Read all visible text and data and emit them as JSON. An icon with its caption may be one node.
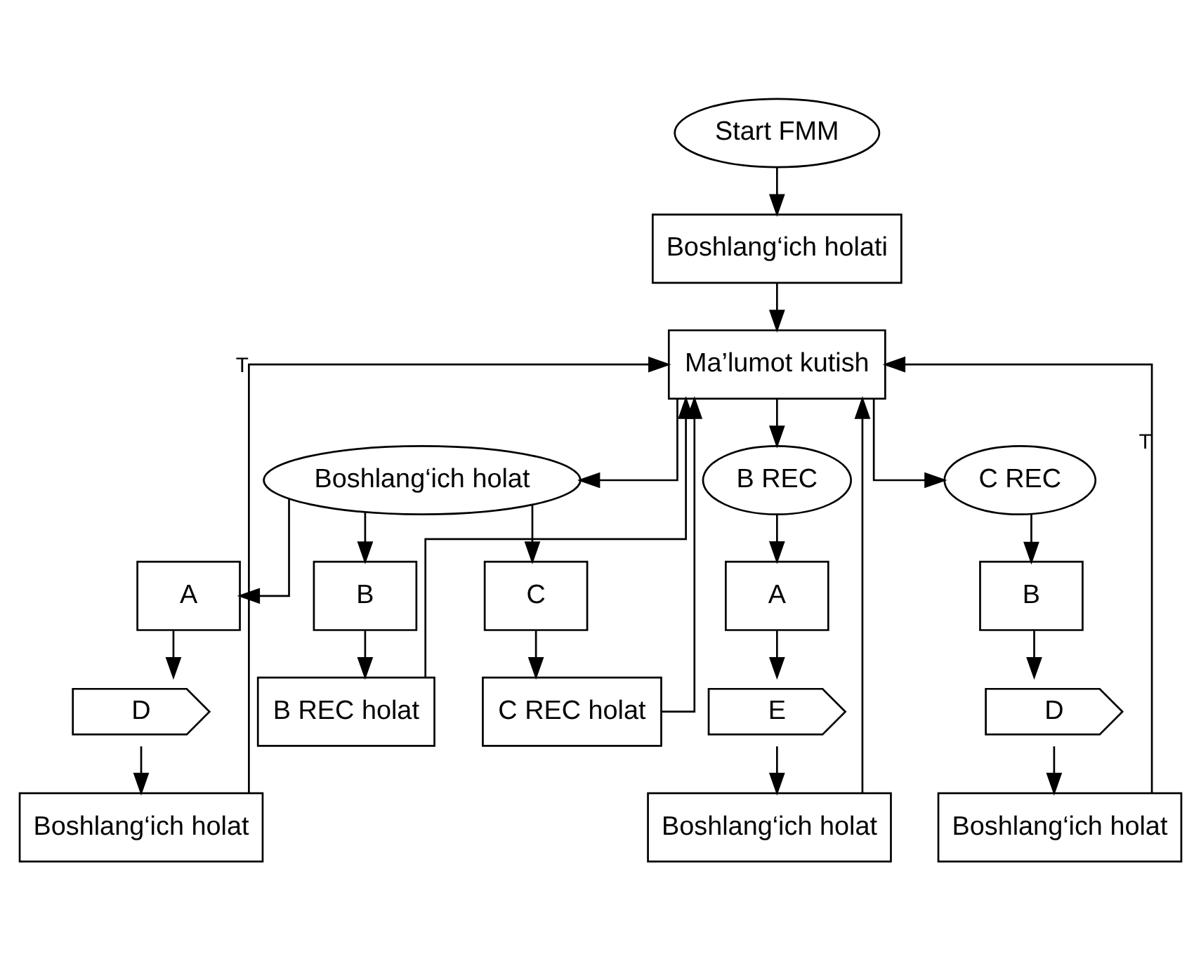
{
  "diagram": {
    "nodes": [
      {
        "text": [
          "Start FMM"
        ]
      },
      {
        "text": [
          "Boshlang‘ich holati"
        ]
      },
      {
        "text": [
          "Ma’lumot kutish"
        ]
      },
      {
        "text": [
          "Boshlang‘ich holat"
        ]
      },
      {
        "text": [
          "B REC"
        ]
      },
      {
        "text": [
          "C REC"
        ]
      },
      {
        "text": [
          "A"
        ]
      },
      {
        "text": [
          "B"
        ]
      },
      {
        "text": [
          "C"
        ]
      },
      {
        "text": [
          "D"
        ]
      },
      {
        "text": [
          "B REC holat"
        ]
      },
      {
        "text": [
          "C REC holat"
        ]
      },
      {
        "text": [
          "Boshlang‘ich holat"
        ]
      },
      {
        "text": [
          "A"
        ]
      },
      {
        "text": [
          "E"
        ]
      },
      {
        "text": [
          "Boshlang‘ich holat"
        ]
      },
      {
        "text": [
          "B"
        ]
      },
      {
        "text": [
          "D"
        ]
      },
      {
        "text": [
          "Boshlang‘ich holat"
        ]
      }
    ],
    "edges": [
      {
        "from": 0,
        "to": 1,
        "arrow": "to"
      },
      {
        "from": 1,
        "to": 2,
        "arrow": "to"
      },
      {
        "from": 2,
        "to": 3,
        "arrow": "to"
      },
      {
        "from": 2,
        "to": 4,
        "arrow": "to"
      },
      {
        "from": 2,
        "to": 5,
        "arrow": "to"
      },
      {
        "from": 3,
        "to": 6,
        "arrow": "to"
      },
      {
        "from": 3,
        "to": 7,
        "arrow": "to"
      },
      {
        "from": 3,
        "to": 8,
        "arrow": "to"
      },
      {
        "from": 6,
        "to": 9,
        "arrow": "to"
      },
      {
        "from": 7,
        "to": 10,
        "arrow": "to"
      },
      {
        "from": 8,
        "to": 11,
        "arrow": "to"
      },
      {
        "from": 9,
        "to": 12,
        "arrow": "to"
      },
      {
        "from": 4,
        "to": 13,
        "arrow": "to"
      },
      {
        "from": 13,
        "to": 14,
        "arrow": "to"
      },
      {
        "from": 14,
        "to": 15,
        "arrow": "to"
      },
      {
        "from": 5,
        "to": 16,
        "arrow": "to"
      },
      {
        "from": 16,
        "to": 17,
        "arrow": "to"
      },
      {
        "from": 17,
        "to": 18,
        "arrow": "to"
      },
      {
        "from": 12,
        "to": 2,
        "arrow": "to",
        "label": "T"
      },
      {
        "from": 10,
        "to": 2,
        "arrow": "to"
      },
      {
        "from": 11,
        "to": 2,
        "arrow": "to"
      },
      {
        "from": 15,
        "to": 2,
        "arrow": "to"
      },
      {
        "from": 18,
        "to": 2,
        "arrow": "to",
        "label": "T"
      }
    ]
  }
}
